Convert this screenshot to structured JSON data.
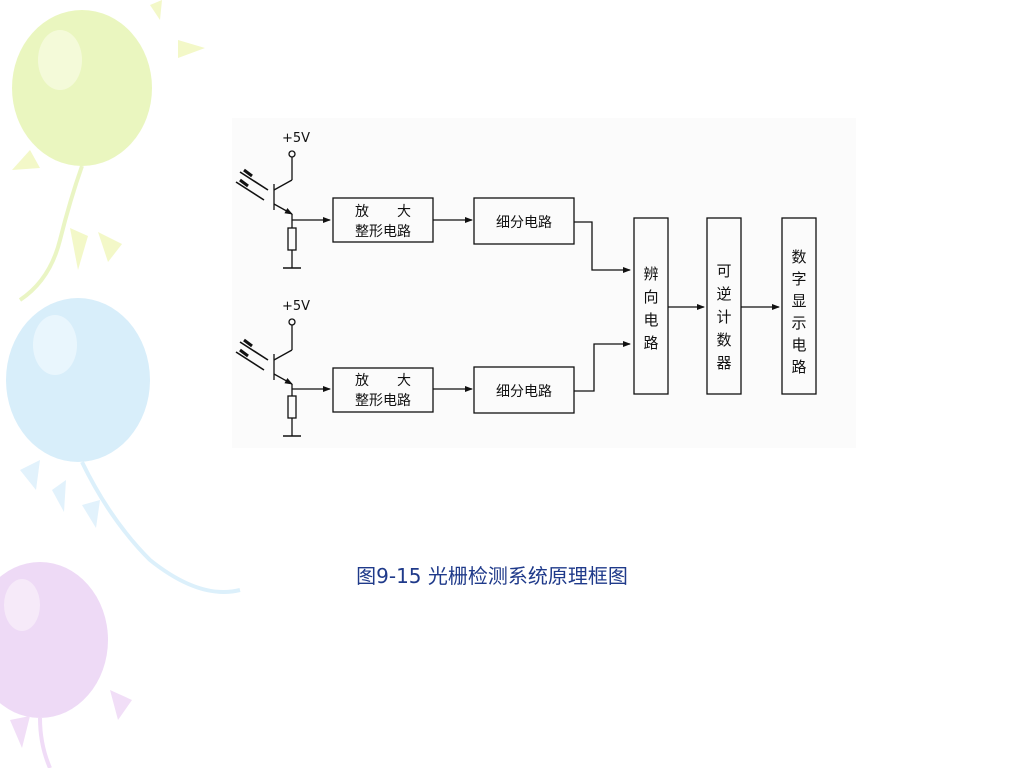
{
  "slide": {
    "caption": "图9-15  光栅检测系统原理框图",
    "colors": {
      "background": "#ffffff",
      "balloon_green": "#e6f4b4",
      "balloon_blue": "#d4ecfa",
      "balloon_purple": "#ecd6f5",
      "caption": "#1f3a8a",
      "diagram_line": "#111111"
    }
  },
  "diagram": {
    "channels": [
      {
        "supply": "+5V",
        "amp_line1": "放　　大",
        "amp_line2": "整形电路",
        "subdiv": "细分电路"
      },
      {
        "supply": "+5V",
        "amp_line1": "放　　大",
        "amp_line2": "整形电路",
        "subdiv": "细分电路"
      }
    ],
    "direction": [
      "辨",
      "向",
      "电",
      "路"
    ],
    "counter": [
      "可",
      "逆",
      "计",
      "数",
      "器"
    ],
    "display": [
      "数",
      "字",
      "显",
      "示",
      "电",
      "路"
    ]
  }
}
